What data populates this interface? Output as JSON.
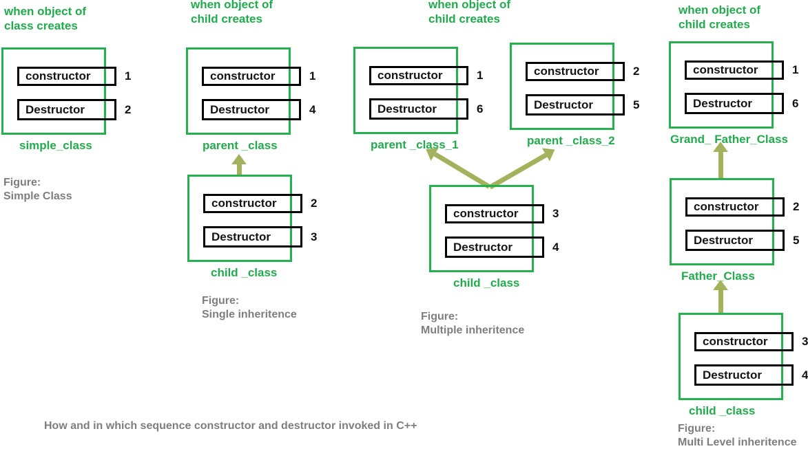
{
  "colors": {
    "green": "#22ab4d",
    "box_border_green": "#26b151",
    "arrow_olive": "#a4b25e",
    "caption_gray": "#7e7e7e",
    "row_border_black": "#000000"
  },
  "caption": {
    "text": "How and in which sequence constructor and destructor invoked in C++"
  },
  "diagrams": [
    {
      "header": [
        "when object of",
        "class creates"
      ],
      "figure": [
        "Figure:",
        "Simple Class"
      ],
      "classes": [
        {
          "name": "simple_class",
          "rows": [
            {
              "label": "constructor",
              "num": "1"
            },
            {
              "label": "Destructor",
              "num": "2"
            }
          ]
        }
      ],
      "arrows": []
    },
    {
      "header": [
        "when object of",
        "child creates"
      ],
      "figure": [
        "Figure:",
        "Single inheritence"
      ],
      "classes": [
        {
          "name": "parent _class",
          "rows": [
            {
              "label": "constructor",
              "num": "1"
            },
            {
              "label": "Destructor",
              "num": "4"
            }
          ]
        },
        {
          "name": "child _class",
          "rows": [
            {
              "label": "constructor",
              "num": "2"
            },
            {
              "label": "Destructor",
              "num": "3"
            }
          ]
        }
      ],
      "arrows": [
        {
          "from": "child _class",
          "to": "parent _class"
        }
      ]
    },
    {
      "header": [
        "when object of",
        "child creates"
      ],
      "figure": [
        "Figure:",
        "Multiple inheritence"
      ],
      "classes": [
        {
          "name": "parent _class_1",
          "rows": [
            {
              "label": "constructor",
              "num": "1"
            },
            {
              "label": "Destructor",
              "num": "6"
            }
          ]
        },
        {
          "name": "parent _class_2",
          "rows": [
            {
              "label": "constructor",
              "num": "2"
            },
            {
              "label": "Destructor",
              "num": "5"
            }
          ]
        },
        {
          "name": "child _class",
          "rows": [
            {
              "label": "constructor",
              "num": "3"
            },
            {
              "label": "Destructor",
              "num": "4"
            }
          ]
        }
      ],
      "arrows": [
        {
          "from": "child _class",
          "to": "parent _class_1"
        },
        {
          "from": "child _class",
          "to": "parent _class_2"
        }
      ]
    },
    {
      "header": [
        "when object of",
        "child creates"
      ],
      "figure": [
        "Figure:",
        "Multi Level inheritence"
      ],
      "classes": [
        {
          "name": "Grand_ Father_Class",
          "rows": [
            {
              "label": "constructor",
              "num": "1"
            },
            {
              "label": "Destructor",
              "num": "6"
            }
          ]
        },
        {
          "name": "Father_Class",
          "rows": [
            {
              "label": "constructor",
              "num": "2"
            },
            {
              "label": "Destructor",
              "num": "5"
            }
          ]
        },
        {
          "name": "child _class",
          "rows": [
            {
              "label": "constructor",
              "num": "3"
            },
            {
              "label": "Destructor",
              "num": "4"
            }
          ]
        }
      ],
      "arrows": [
        {
          "from": "Father_Class",
          "to": "Grand_ Father_Class"
        },
        {
          "from": "child _class",
          "to": "Father_Class"
        }
      ]
    }
  ]
}
